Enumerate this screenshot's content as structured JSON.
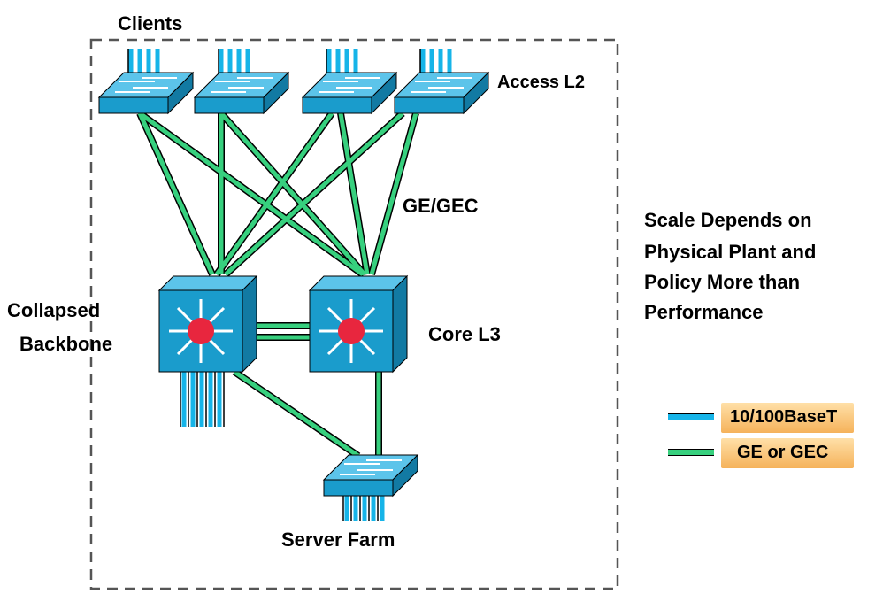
{
  "labels": {
    "clients": "Clients",
    "access": "Access L2",
    "ge_gec": "GE/GEC",
    "collapsed_line1": "Collapsed",
    "collapsed_line2": "Backbone",
    "core": "Core L3",
    "server_farm": "Server Farm",
    "scale_line1": "Scale Depends on",
    "scale_line2": "Physical Plant and",
    "scale_line3": "Policy More than",
    "scale_line4": "Performance"
  },
  "legend": [
    {
      "label": "10/100BaseT",
      "color": "#16b4e8"
    },
    {
      "label": "GE or GEC",
      "color": "#37d07e"
    }
  ],
  "colors": {
    "switch_blue": "#1a9ccc",
    "router_red": "#e8263e",
    "fast_ethernet": "#16b4e8",
    "gigabit": "#37d07e"
  }
}
